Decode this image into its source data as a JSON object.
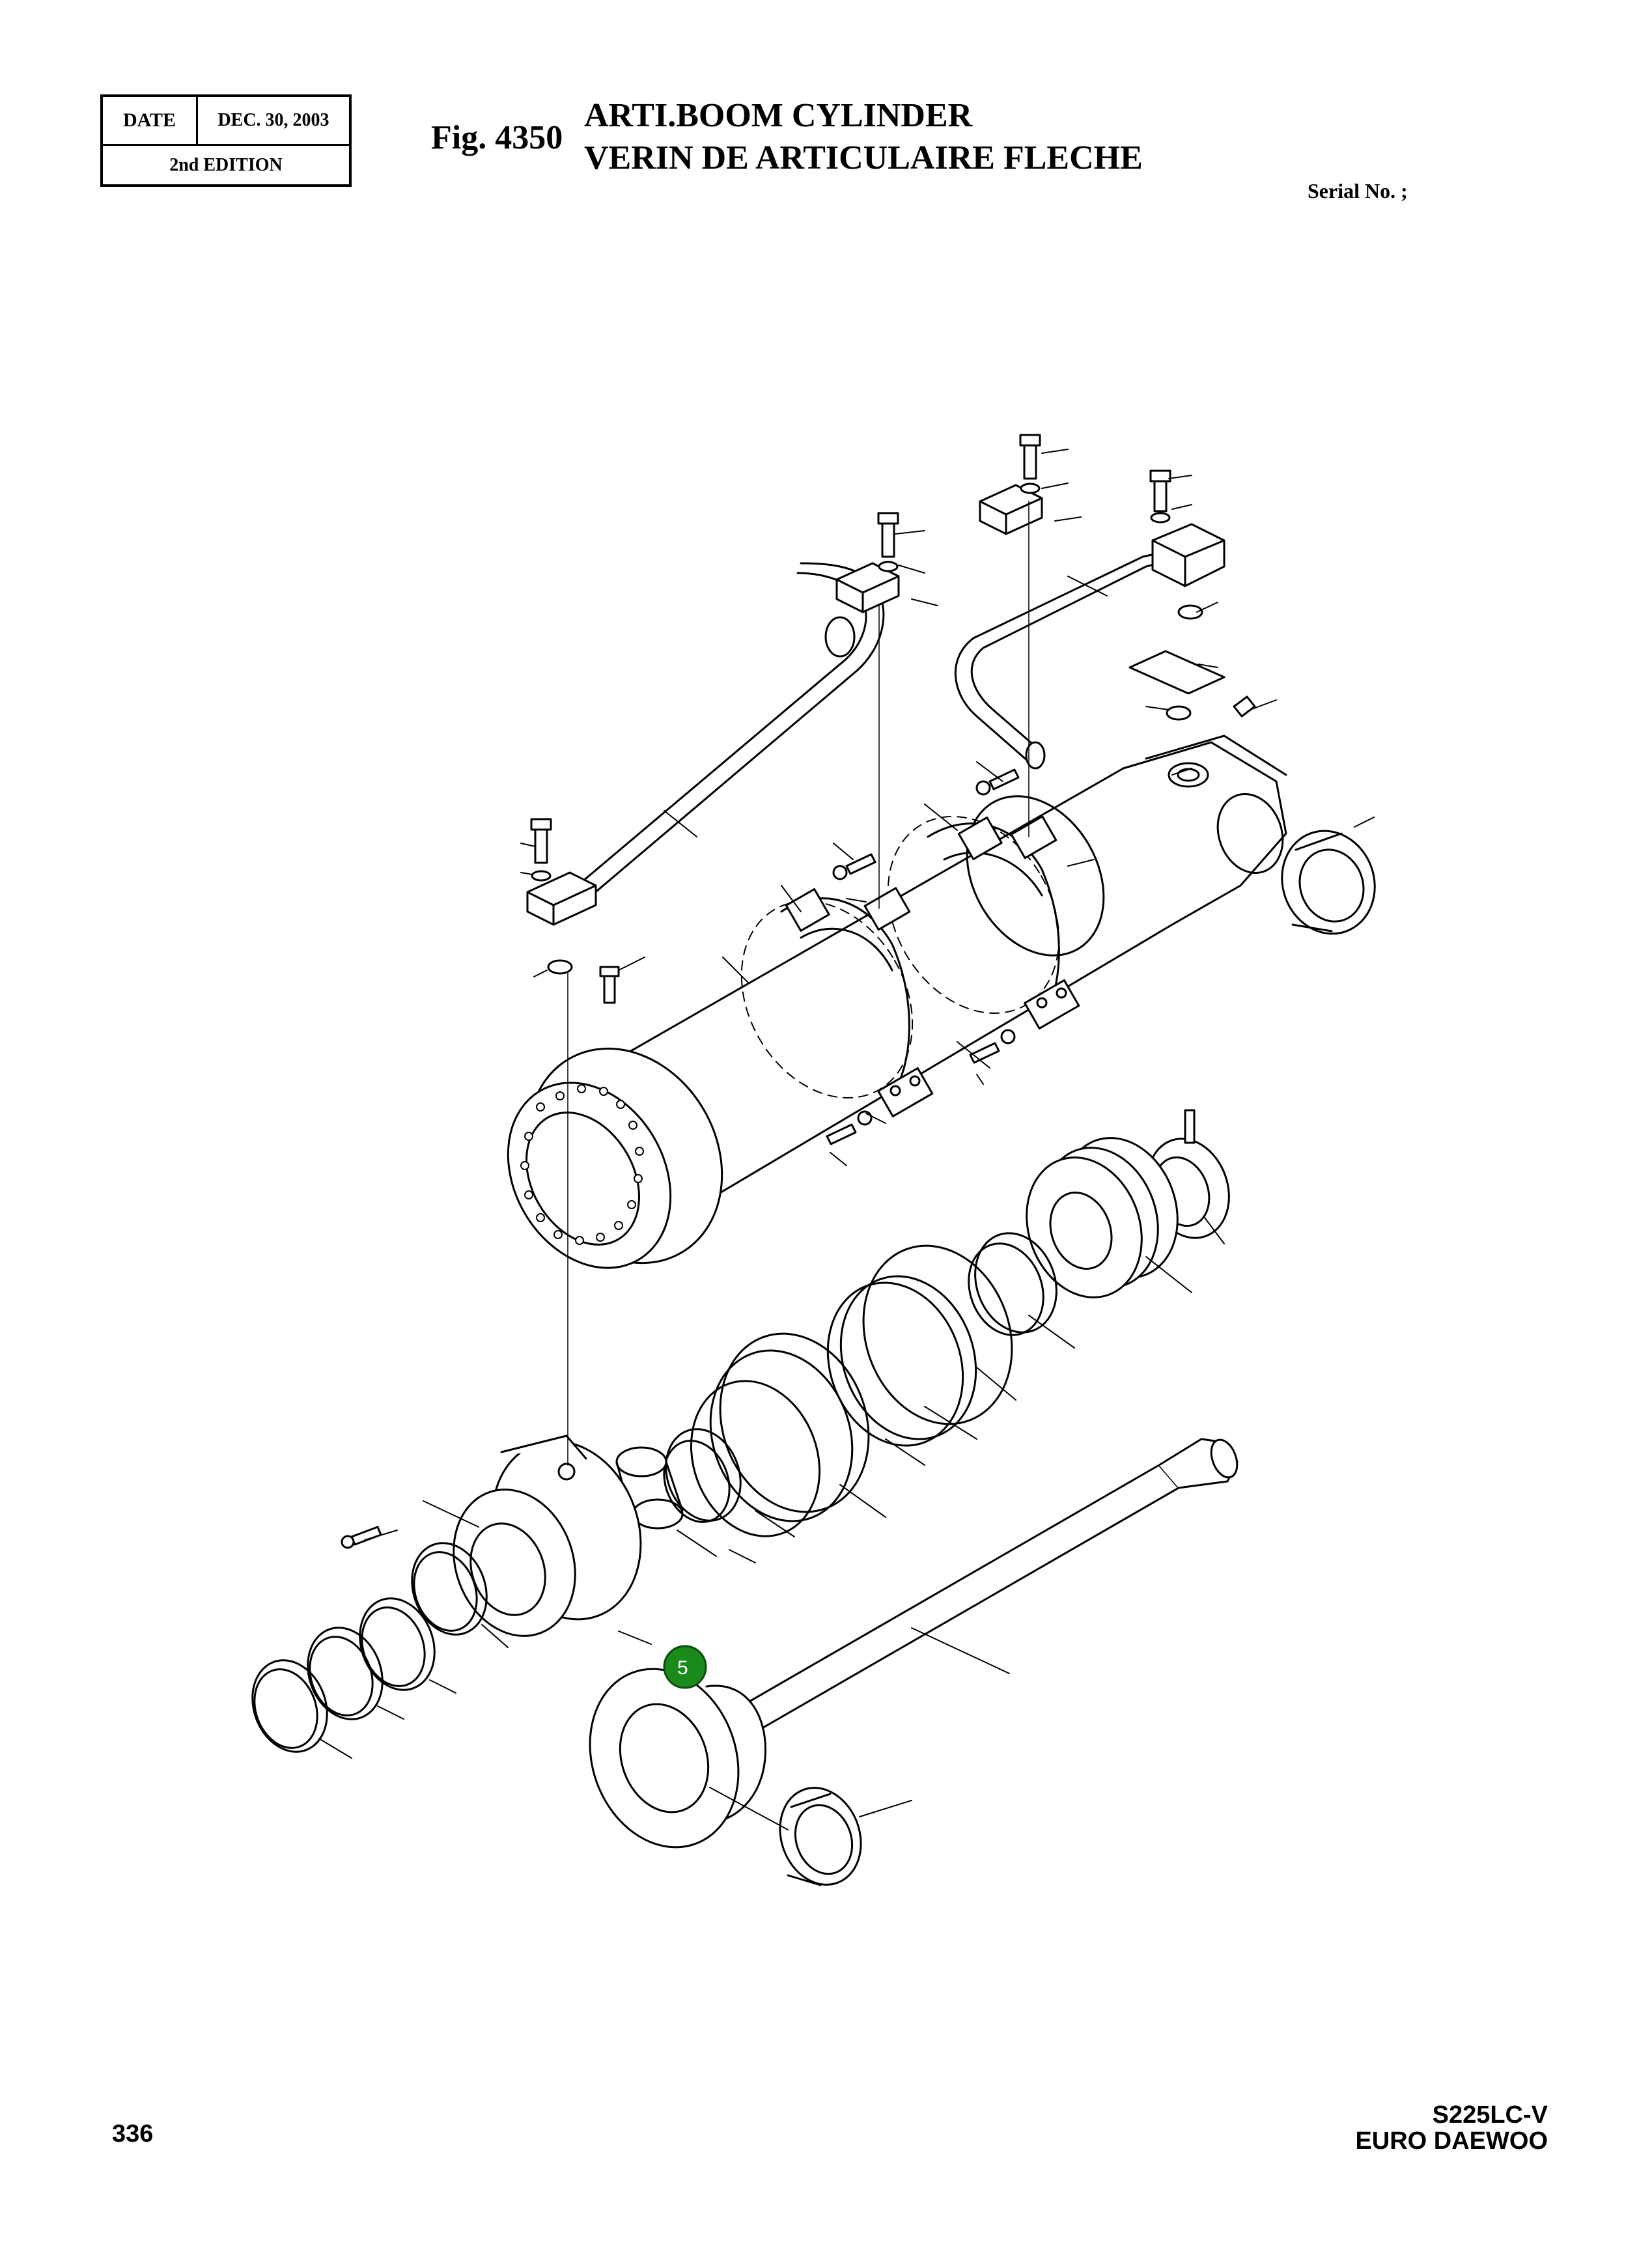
{
  "header": {
    "date_label": "DATE",
    "date_value": "DEC.  30, 2003",
    "edition": "2nd EDITION",
    "fig_label": "Fig. 4350",
    "title_en": "ARTI.BOOM CYLINDER",
    "title_fr": "VERIN DE ARTICULAIRE FLECHE",
    "serial": "Serial No. ;"
  },
  "callouts": [
    {
      "label": "5",
      "color": "#1a8a1a"
    }
  ],
  "footer": {
    "page_number": "336",
    "model": "S225LC-V",
    "brand": "EURO DAEWOO"
  }
}
